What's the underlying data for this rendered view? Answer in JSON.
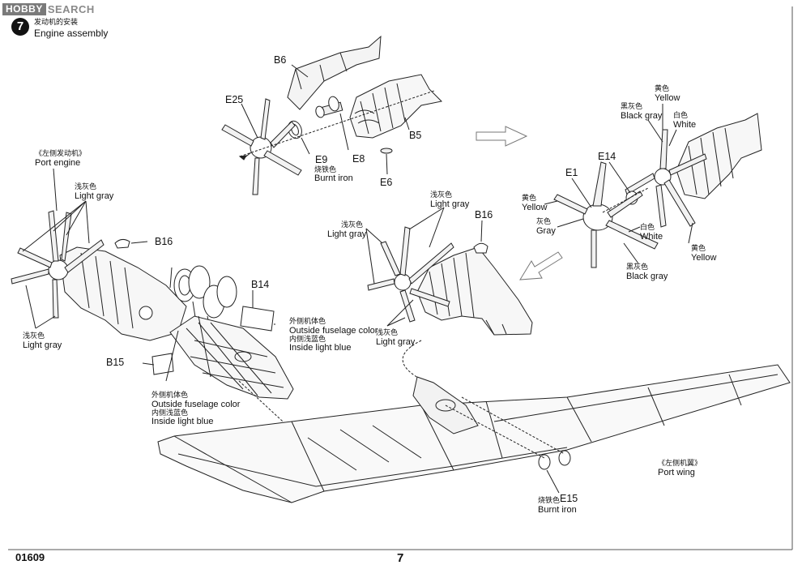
{
  "watermark": {
    "brand_box": "HOBBY",
    "brand_text": "SEARCH"
  },
  "step": {
    "number": "7",
    "title_cn": "发动机的安装",
    "title_en": "Engine assembly"
  },
  "parts": {
    "b6": "B6",
    "e25": "E25",
    "e9": "E9",
    "e8": "E8",
    "b5": "B5",
    "e6": "E6",
    "e14": "E14",
    "e1": "E1",
    "b16_left": "B16",
    "b16_mid": "B16",
    "b14": "B14",
    "b15": "B15",
    "e15": "E15"
  },
  "callouts": {
    "e9_color_cn": "烧铁色",
    "e9_color_en": "Burnt iron",
    "port_engine_cn": "《左侧发动机》",
    "port_engine_en": "Port engine",
    "left_upper_cn": "浅灰色",
    "left_upper_en": "Light gray",
    "left_lower_cn": "浅灰色",
    "left_lower_en": "Light gray",
    "b14_color1_cn": "外侧机体色",
    "b14_color1_en": "Outside fuselage color",
    "b14_color2_cn": "内侧浅蓝色",
    "b14_color2_en": "Inside light blue",
    "b15_color1_cn": "外侧机体色",
    "b15_color1_en": "Outside fuselage color",
    "b15_color2_cn": "内侧浅蓝色",
    "b15_color2_en": "Inside light blue",
    "mid_upper_cn": "浅灰色",
    "mid_upper_en": "Light gray",
    "mid_left_cn": "浅灰色",
    "mid_left_en": "Light gray",
    "mid_lower_cn": "浅灰色",
    "mid_lower_en": "Light gray",
    "r_yellow_top_cn": "黄色",
    "r_yellow_top_en": "Yellow",
    "r_blackgray_top_cn": "黑灰色",
    "r_blackgray_top_en": "Black gray",
    "r_white_top_cn": "白色",
    "r_white_top_en": "White",
    "r_yellow_left_cn": "黄色",
    "r_yellow_left_en": "Yellow",
    "r_gray_cn": "灰色",
    "r_gray_en": "Gray",
    "r_white_mid_cn": "白色",
    "r_white_mid_en": "White",
    "r_yellow_right_cn": "黄色",
    "r_yellow_right_en": "Yellow",
    "r_blackgray_bot_cn": "黑灰色",
    "r_blackgray_bot_en": "Black gray",
    "port_wing_cn": "《左侧机翼》",
    "port_wing_en": "Port wing",
    "e15_color_cn": "烧铁色",
    "e15_color_en": "Burnt iron"
  },
  "footer": {
    "code": "01609",
    "page": "7"
  }
}
